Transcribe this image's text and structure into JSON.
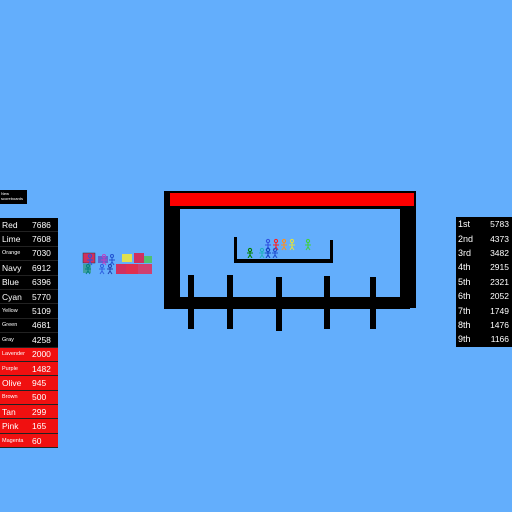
{
  "hint": "New scoreboards",
  "scores": [
    {
      "name": "Red",
      "value": "7686",
      "small": false,
      "alt": false
    },
    {
      "name": "Lime",
      "value": "7608",
      "small": false,
      "alt": false
    },
    {
      "name": "Orange",
      "value": "7030",
      "small": true,
      "alt": false
    },
    {
      "name": "Navy",
      "value": "6912",
      "small": false,
      "alt": false
    },
    {
      "name": "Blue",
      "value": "6396",
      "small": false,
      "alt": false
    },
    {
      "name": "Cyan",
      "value": "5770",
      "small": false,
      "alt": false
    },
    {
      "name": "Yellow",
      "value": "5109",
      "small": true,
      "alt": false
    },
    {
      "name": "Green",
      "value": "4681",
      "small": true,
      "alt": false
    },
    {
      "name": "Gray",
      "value": "4258",
      "small": true,
      "alt": false
    },
    {
      "name": "Lavender",
      "value": "2000",
      "small": true,
      "alt": true
    },
    {
      "name": "Purple",
      "value": "1482",
      "small": true,
      "alt": true
    },
    {
      "name": "Olive",
      "value": "945",
      "small": false,
      "alt": true
    },
    {
      "name": "Brown",
      "value": "500",
      "small": true,
      "alt": true
    },
    {
      "name": "Tan",
      "value": "299",
      "small": false,
      "alt": true
    },
    {
      "name": "Pink",
      "value": "165",
      "small": false,
      "alt": true
    },
    {
      "name": "Magenta",
      "value": "60",
      "small": true,
      "alt": true
    }
  ],
  "ranks": [
    {
      "place": "1st",
      "score": "5783"
    },
    {
      "place": "2nd",
      "score": "4373"
    },
    {
      "place": "3rd",
      "score": "3482"
    },
    {
      "place": "4th",
      "score": "2915"
    },
    {
      "place": "5th",
      "score": "2321"
    },
    {
      "place": "6th",
      "score": "2052"
    },
    {
      "place": "7th",
      "score": "1749"
    },
    {
      "place": "8th",
      "score": "1476"
    },
    {
      "place": "9th",
      "score": "1166"
    }
  ],
  "colors": {
    "background": "#63aefc",
    "bar": "#ff0000",
    "highlight": "#f01010"
  }
}
